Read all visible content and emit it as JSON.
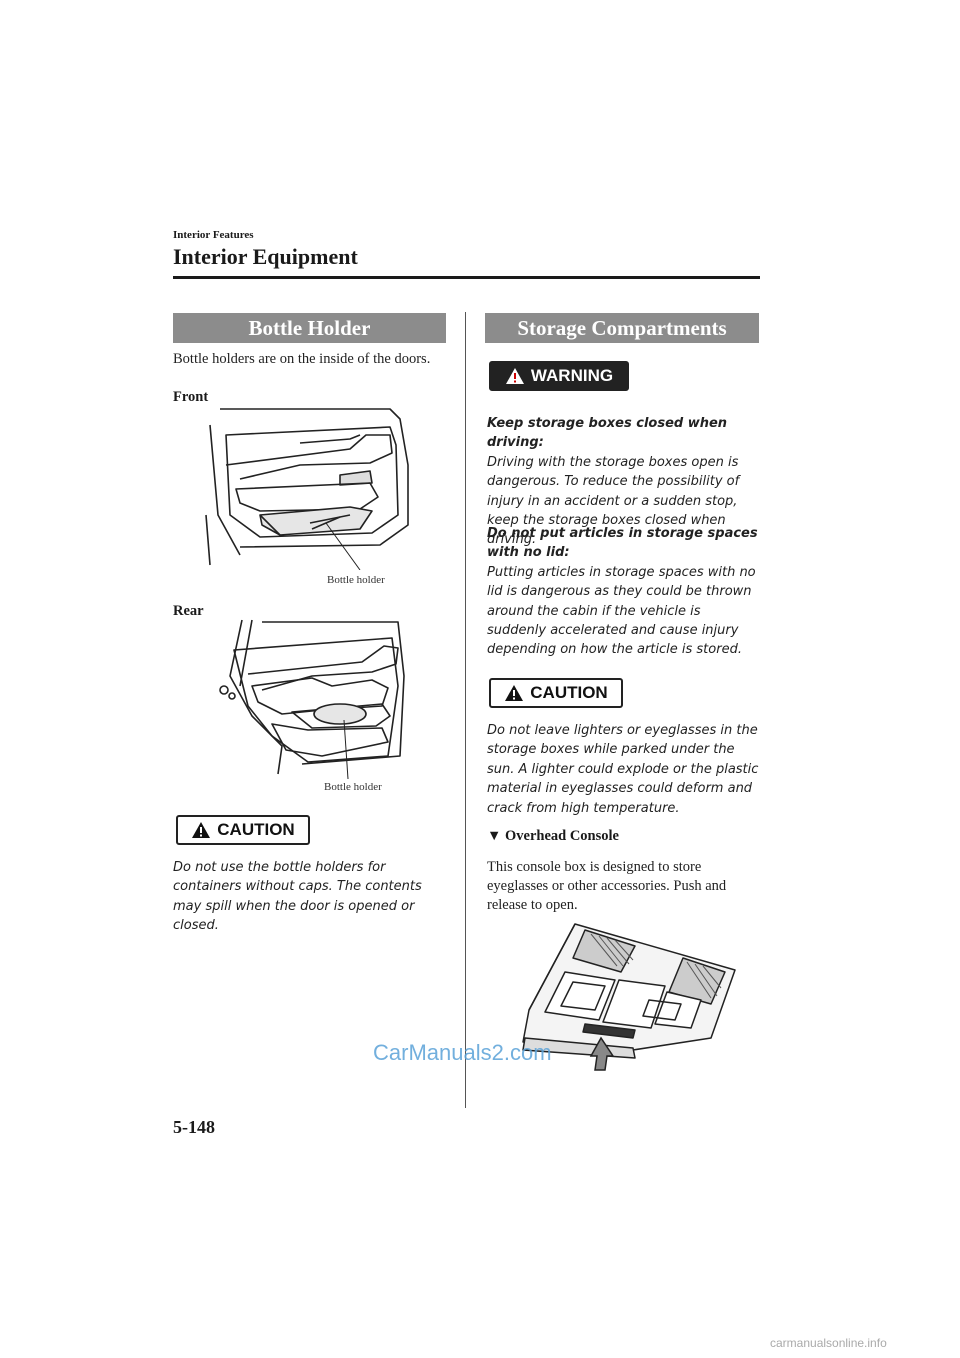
{
  "header": {
    "section": "Interior Features",
    "title": "Interior Equipment"
  },
  "left": {
    "banner": "Bottle Holder",
    "intro": "Bottle holders are on the inside of the doors.",
    "front_label": "Front",
    "front_callout": "Bottle holder",
    "rear_label": "Rear",
    "rear_callout": "Bottle holder",
    "caution_badge": "CAUTION",
    "caution_text": "Do not use the bottle holders for containers without caps. The contents may spill when the door is opened or closed."
  },
  "right": {
    "banner": "Storage Compartments",
    "warning_badge": "WARNING",
    "warning_1_head": "Keep storage boxes closed when driving:",
    "warning_1_body": "Driving with the storage boxes open is dangerous. To reduce the possibility of injury in an accident or a sudden stop, keep the storage boxes closed when driving.",
    "warning_2_head": "Do not put articles in storage spaces with no lid:",
    "warning_2_body": "Putting articles in storage spaces with no lid is dangerous as they could be thrown around the cabin if the vehicle is suddenly accelerated and cause injury depending on how the article is stored.",
    "caution_badge": "CAUTION",
    "caution_text": "Do not leave lighters or eyeglasses in the storage boxes while parked under the sun. A lighter could explode or the plastic material in eyeglasses could deform and crack from high temperature.",
    "subhead": "▼ Overhead Console",
    "console_text": "This console box is designed to store eyeglasses or other accessories. Push and release to open."
  },
  "footer": {
    "page_number": "5-148",
    "watermark": "CarManuals2.com",
    "site_mark": "carmanualsonline.info"
  }
}
